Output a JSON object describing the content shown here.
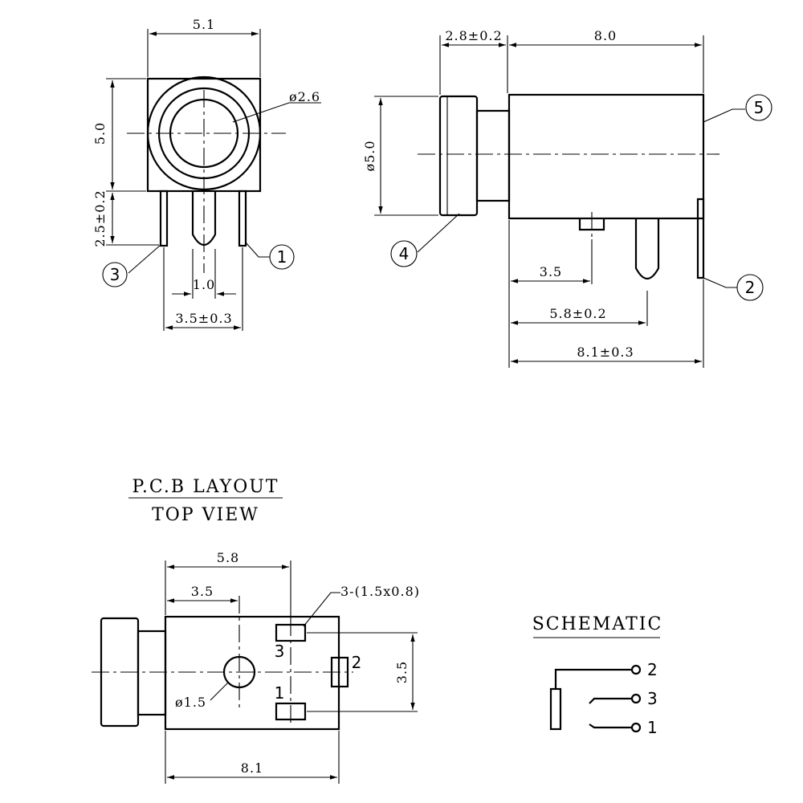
{
  "front_view": {
    "dim_width": "5.1",
    "dim_height": "5.0",
    "dim_hole": "ø2.6",
    "dim_pin_length": "2.5±0.2",
    "dim_pin_width": "1.0",
    "dim_pin_spacing": "3.5±0.3",
    "callout_pin3": "3",
    "callout_pin1": "1"
  },
  "side_view": {
    "dim_flange": "2.8±0.2",
    "dim_body": "8.0",
    "dim_diameter": "ø5.0",
    "dim_a": "3.5",
    "dim_b": "5.8±0.2",
    "dim_c": "8.1±0.3",
    "callout_4": "4",
    "callout_5": "5",
    "callout_2": "2"
  },
  "pcb_layout": {
    "title": "P.C.B LAYOUT",
    "subtitle": "TOP VIEW",
    "dim_58": "5.8",
    "dim_35": "3.5",
    "dim_pads": "3-(1.5x0.8)",
    "dim_hole": "ø1.5",
    "dim_81": "8.1",
    "dim_35_vertical": "3.5",
    "pin_3": "3",
    "pin_2": "2",
    "pin_1": "1"
  },
  "schematic": {
    "title": "SCHEMATIC",
    "terminal_2": "2",
    "terminal_3": "3",
    "terminal_1": "1"
  }
}
